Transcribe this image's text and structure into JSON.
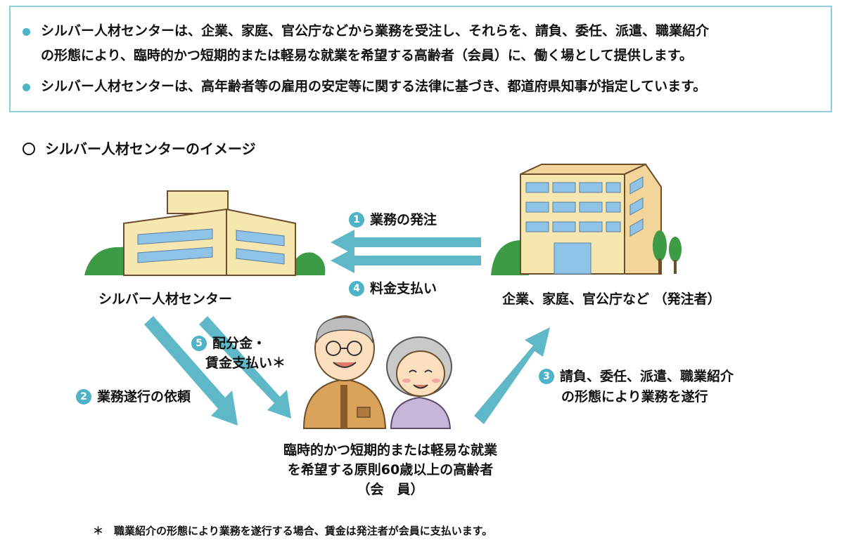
{
  "info": {
    "line1a": "シルバー人材センターは、企業、家庭、官公庁などから業務を受注し、それらを、請負、委任、派遣、職業紹介",
    "line1b": "の形態により、臨時的かつ短期的または軽易な就業を希望する高齢者（会員）に、働く場として提供します。",
    "line2": "シルバー人材センターは、高年齢者等の雇用の安定等に関する法律に基づき、都道府県知事が指定しています。"
  },
  "heading": "シルバー人材センターのイメージ",
  "nodes": {
    "center": "シルバー人材センター",
    "client": "企業、家庭、官公庁など （発注者）",
    "member_line1": "臨時的かつ短期的または軽易な就業",
    "member_line2": "を希望する原則60歳以上の高齢者",
    "member_line3": "（会　員）"
  },
  "flows": [
    {
      "num": "1",
      "label": "業務の発注"
    },
    {
      "num": "2",
      "label": "業務遂行の依頼"
    },
    {
      "num": "3",
      "label_line1": "請負、委任、派遣、職業紹介",
      "label_line2": "の形態により業務を遂行"
    },
    {
      "num": "4",
      "label": "料金支払い"
    },
    {
      "num": "5",
      "label_line1": "配分金・",
      "label_line2": "賃金支払い＊"
    }
  ],
  "footnote": "＊　職業紹介の形態により業務を遂行する場合、賃金は発注者が会員に支払います。",
  "colors": {
    "accent": "#4fb3c7",
    "arrow": "#5fb8c8",
    "building_wall": "#f6e6b0",
    "building_window": "#8fc3e8",
    "tree": "#3d9a45"
  }
}
